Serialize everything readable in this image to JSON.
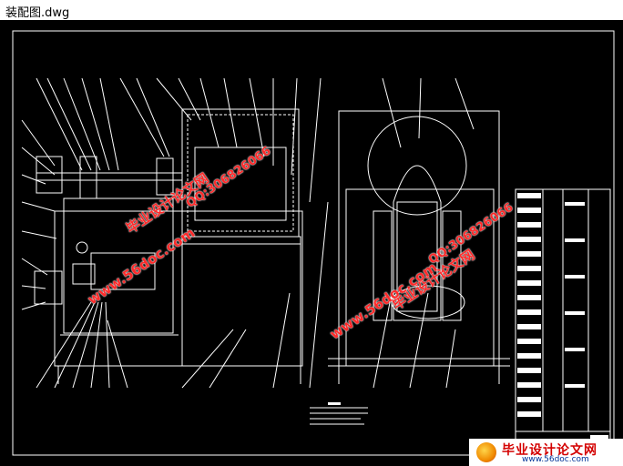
{
  "window": {
    "title": "装配图.dwg"
  },
  "watermarks": [
    {
      "text": "毕业设计论文网",
      "style": "red"
    },
    {
      "text": "www.56doc.com",
      "style": "red"
    },
    {
      "text": "QQ:306826066",
      "style": "red"
    },
    {
      "text": "毕业设计论文网",
      "style": "red"
    },
    {
      "text": "www.56doc.com",
      "style": "red"
    },
    {
      "text": "QQ:306826066",
      "style": "red"
    }
  ],
  "brand": {
    "name": "毕业设计论文网",
    "url": "www.56doc.com"
  },
  "colors": {
    "background": "#000000",
    "lines": "#ffffff",
    "watermark": "#ff2a2a"
  }
}
